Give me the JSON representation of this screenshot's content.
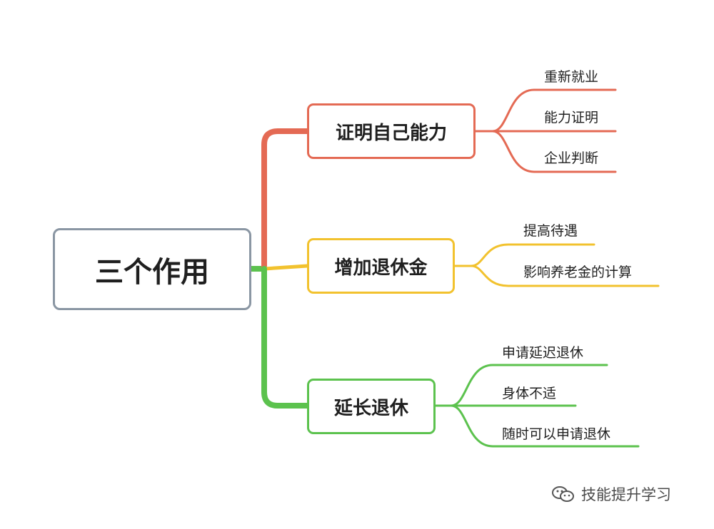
{
  "root": {
    "label": "三个作用",
    "color": "#8a96a3"
  },
  "branches": [
    {
      "label": "证明自己能力",
      "color": "#e46a54",
      "leaves": [
        "重新就业",
        "能力证明",
        "企业判断"
      ]
    },
    {
      "label": "增加退休金",
      "color": "#f2c22e",
      "leaves": [
        "提高待遇",
        "影响养老金的计算"
      ]
    },
    {
      "label": "延长退休",
      "color": "#5cc24e",
      "leaves": [
        "申请延迟退休",
        "身体不适",
        "随时可以申请退休"
      ]
    }
  ],
  "watermark": {
    "text": "技能提升学习",
    "icon": "wechat-icon"
  }
}
